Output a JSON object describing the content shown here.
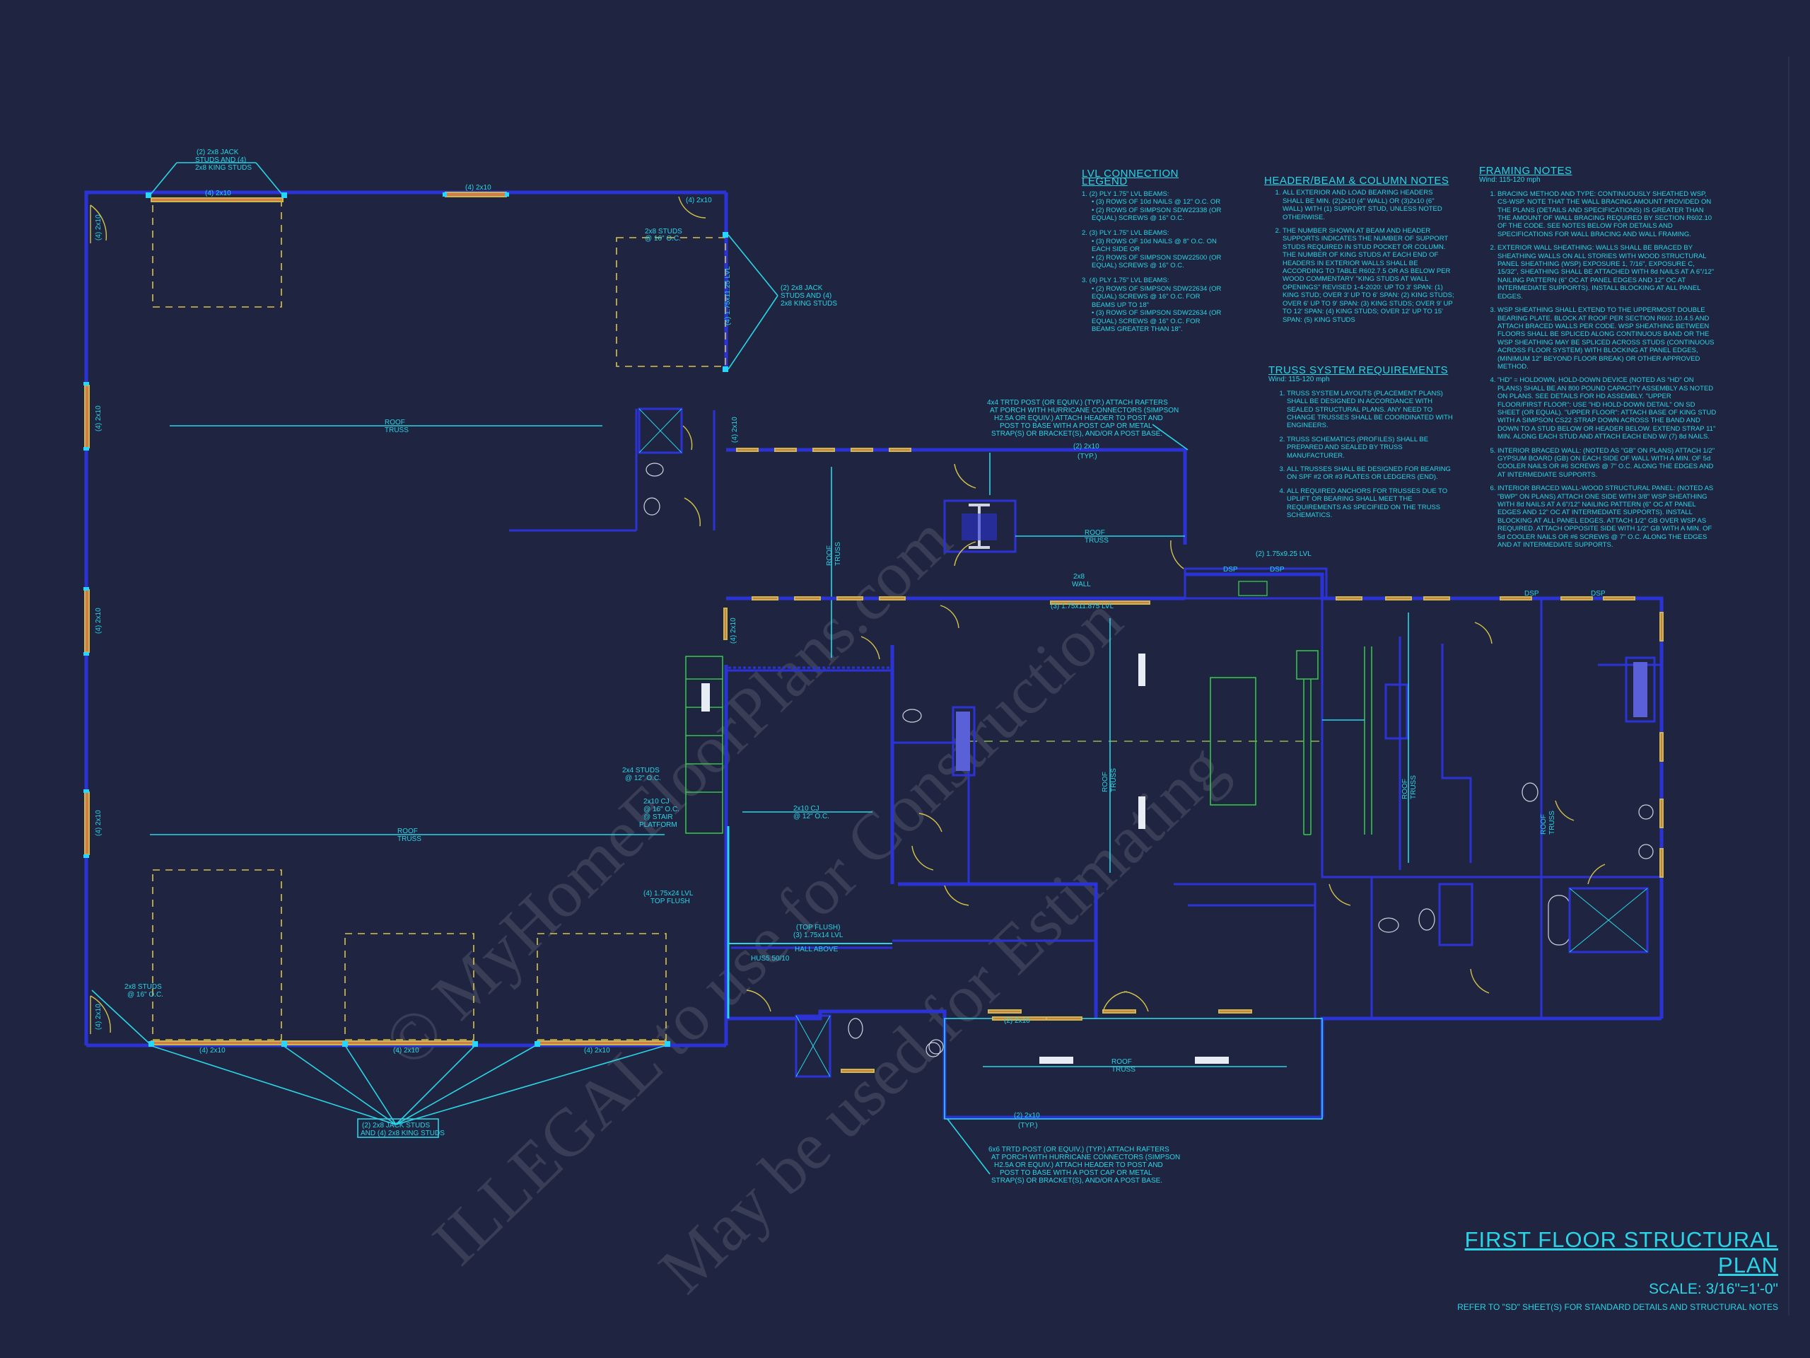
{
  "sheet": {
    "title": "FIRST FLOOR STRUCTURAL PLAN",
    "scale": "SCALE: 3/16\"=1'-0\"",
    "reference": "REFER TO \"SD\" SHEET(S) FOR STANDARD DETAILS AND STRUCTURAL NOTES",
    "watermark_1": "© MyHomeFloorPlans.com",
    "watermark_2": "ILLEGAL to use for Construction",
    "watermark_3": "May be used for Estimating"
  },
  "colors": {
    "background": "#1f2540",
    "wall": "#2b33d6",
    "annotation": "#2ad4e6",
    "dashed": "#d6c44a",
    "window": "#d37b4a",
    "fixture": "#35c24a"
  },
  "lvl_legend": {
    "title": "LVL CONNECTION LEGEND",
    "groups": [
      {
        "num": "1.",
        "lines": [
          "(2) PLY 1.75\" LVL BEAMS:",
          "(3) ROWS OF 10d NAILS @ 12\" O.C. OR",
          "(2) ROWS OF SIMPSON SDW22338 (OR EQUAL) SCREWS @ 16\" O.C."
        ]
      },
      {
        "num": "2.",
        "lines": [
          "(3) PLY 1.75\" LVL BEAMS:",
          "(3) ROWS OF 10d NAILS @ 8\" O.C. ON EACH SIDE OR",
          "(2) ROWS OF SIMPSON SDW22500 (OR EQUAL) SCREWS @ 16\" O.C."
        ]
      },
      {
        "num": "3.",
        "lines": [
          "(4) PLY 1.75\" LVL BEAMS:",
          "(2) ROWS OF SIMPSON SDW22634 (OR EQUAL) SCREWS @ 16\" O.C. FOR BEAMS UP TO 18\"",
          "(3) ROWS OF SIMPSON SDW22634 (OR EQUAL) SCREWS @ 16\" O.C. FOR BEAMS GREATER THAN 18\"."
        ]
      }
    ]
  },
  "header_notes": {
    "title": "HEADER/BEAM & COLUMN NOTES",
    "items": [
      "ALL EXTERIOR AND LOAD BEARING HEADERS SHALL BE MIN. (2)2x10 (4\" WALL) OR (3)2x10 (6\" WALL) WITH (1) SUPPORT STUD, UNLESS NOTED OTHERWISE.",
      "THE NUMBER SHOWN AT BEAM AND HEADER SUPPORTS INDICATES THE NUMBER OF SUPPORT STUDS REQUIRED IN STUD POCKET OR COLUMN. THE NUMBER OF KING STUDS AT EACH END OF HEADERS IN EXTERIOR WALLS SHALL BE ACCORDING TO TABLE R602.7.5 OR AS BELOW PER WOOD COMMENTARY \"KING STUDS AT WALL OPENINGS\" REVISED 1-4-2020: UP TO 3' SPAN: (1) KING STUD; OVER 3' UP TO 6' SPAN: (2) KING STUDS; OVER 6' UP TO 9' SPAN: (3) KING STUDS; OVER 9' UP TO 12' SPAN: (4) KING STUDS; OVER 12' UP TO 15' SPAN: (5) KING STUDS"
    ]
  },
  "truss_notes": {
    "title": "TRUSS SYSTEM REQUIREMENTS",
    "wind": "Wind: 115-120 mph",
    "items": [
      "TRUSS SYSTEM LAYOUTS (PLACEMENT PLANS) SHALL BE DESIGNED IN ACCORDANCE WITH SEALED STRUCTURAL PLANS. ANY NEED TO CHANGE TRUSSES SHALL BE COORDINATED WITH ENGINEERS.",
      "TRUSS SCHEMATICS (PROFILES) SHALL BE PREPARED AND SEALED BY TRUSS MANUFACTURER.",
      "ALL TRUSSES SHALL BE DESIGNED FOR BEARING ON SPF #2 OR #3 PLATES OR LEDGERS (END).",
      "ALL REQUIRED ANCHORS FOR TRUSSES DUE TO UPLIFT OR BEARING SHALL MEET THE REQUIREMENTS AS SPECIFIED ON THE TRUSS SCHEMATICS."
    ]
  },
  "framing_notes": {
    "title": "FRAMING NOTES",
    "wind": "Wind: 115-120 mph",
    "items": [
      "BRACING METHOD AND TYPE: CONTINUOUSLY SHEATHED WSP, CS-WSP. NOTE THAT THE WALL BRACING AMOUNT PROVIDED ON THE PLANS (DETAILS AND SPECIFICATIONS) IS GREATER THAN THE AMOUNT OF WALL BRACING REQUIRED BY SECTION R602.10 OF THE CODE. SEE NOTES BELOW FOR DETAILS AND SPECIFICATIONS FOR WALL BRACING AND WALL FRAMING.",
      "EXTERIOR WALL SHEATHING: WALLS SHALL BE BRACED BY SHEATHING WALLS ON ALL STORIES WITH WOOD STRUCTURAL PANEL SHEATHING (WSP) EXPOSURE 1, 7/16\", EXPOSURE C, 15/32\", SHEATHING SHALL BE ATTACHED WITH 8d NAILS AT A 6\"/12\" NAILING PATTERN (6\" OC AT PANEL EDGES AND 12\" OC AT INTERMEDIATE SUPPORTS). INSTALL BLOCKING AT ALL PANEL EDGES.",
      "WSP SHEATHING SHALL EXTEND TO THE UPPERMOST DOUBLE BEARING PLATE. BLOCK AT ROOF PER SECTION R602.10.4.5 AND ATTACH BRACED WALLS PER CODE. WSP SHEATHING BETWEEN FLOORS SHALL BE SPLICED ALONG CONTINUOUS BAND OR THE WSP SHEATHING MAY BE SPLICED ACROSS STUDS (CONTINUOUS ACROSS FLOOR SYSTEM) WITH BLOCKING AT PANEL EDGES, (MINIMUM 12\" BEYOND FLOOR BREAK) OR OTHER APPROVED METHOD.",
      "\"HD\" = HOLDOWN, HOLD-DOWN DEVICE (NOTED AS \"HD\" ON PLANS) SHALL BE AN 800 POUND CAPACITY ASSEMBLY AS NOTED ON PLANS. SEE DETAILS FOR HD ASSEMBLY. \"UPPER FLOOR/FIRST FLOOR\": USE \"HD HOLD-DOWN DETAIL\" ON SD SHEET (OR EQUAL). \"UPPER FLOOR\": ATTACH BASE OF KING STUD WITH A SIMPSON CS22 STRAP DOWN ACROSS THE BAND AND DOWN TO A STUD BELOW OR HEADER BELOW. EXTEND STRAP 11\" MIN. ALONG EACH STUD AND ATTACH EACH END W/ (7) 8d NAILS.",
      "INTERIOR BRACED WALL: (NOTED AS \"GB\" ON PLANS) ATTACH 1/2\" GYPSUM BOARD (GB) ON EACH SIDE OF WALL WITH A MIN. OF 5d COOLER NAILS OR #6 SCREWS @ 7\" O.C. ALONG THE EDGES AND AT INTERMEDIATE SUPPORTS.",
      "INTERIOR BRACED WALL-WOOD STRUCTURAL PANEL: (NOTED AS \"BWP\" ON PLANS) ATTACH ONE SIDE WITH 3/8\" WSP SHEATHING WITH 8d NAILS AT A 6\"/12\" NAILING PATTERN (6\" OC AT PANEL EDGES AND 12\" OC AT INTERMEDIATE SUPPORTS). INSTALL BLOCKING AT ALL PANEL EDGES. ATTACH 1/2\" GB OVER WSP AS REQUIRED. ATTACH OPPOSITE SIDE WITH 1/2\" GB WITH A MIN. OF 5d COOLER NAILS OR #6 SCREWS @ 7\" O.C. ALONG THE EDGES AND AT INTERMEDIATE SUPPORTS."
    ]
  },
  "plan_labels": {
    "jack_top": [
      "(2) 2x8 JACK",
      "STUDS AND (4)",
      "2x8 KING STUDS"
    ],
    "hdr_4_2x10": "(4) 2x10",
    "hdr_4_2x10b": "(4) 2x10",
    "hdr_4_2x10c": "(4) 2x10",
    "hdr_4_2x10d": "(4) 2x10",
    "hdr_4_2x10e": "(4) 2x10",
    "hdr_4_2x10f": "(4) 2x10",
    "hdr_4_2x10g": "(4) 2x10",
    "hdr_4_2x10h": "(4) 2x10",
    "hdr_4_2x10i": "(4) 2x10",
    "hdr_4_2x10j": "(4) 2x10",
    "hdr_4_2x10k": "(4) 2x10",
    "hdr_4_2x10l": "(4) 2x10",
    "hdr_4_2x10m": "(4) 2x10",
    "hdr_2_2x10": "(2) 2x10",
    "studs_2x8_top": [
      "2x8 STUDS",
      "@ 16\" O.C."
    ],
    "lvl_garage": "(4) 1.75x11.25 LVL",
    "jack_right": [
      "(2) 2x8 JACK",
      "STUDS AND (4)",
      "2x8 KING STUDS"
    ],
    "roof_truss_1": [
      "ROOF",
      "TRUSS"
    ],
    "roof_truss_2": [
      "ROOF",
      "TRUSS"
    ],
    "roof_truss_3": [
      "ROOF",
      "TRUSS"
    ],
    "roof_truss_4": [
      "ROOF",
      "TRUSS"
    ],
    "roof_truss_5": [
      "ROOF",
      "TRUSS"
    ],
    "roof_truss_6": [
      "ROOF",
      "TRUSS"
    ],
    "roof_truss_7": [
      "ROOF",
      "TRUSS"
    ],
    "roof_truss_8": [
      "ROOF",
      "TRUSS"
    ],
    "porch_post_top": [
      "4x4 TRTD POST (OR EQUIV.) (TYP.) ATTACH RAFTERS",
      "AT PORCH WITH HURRICANE CONNECTORS (SIMPSON",
      "H2.5A OR EQUIV.) ATTACH HEADER TO POST AND",
      "POST TO BASE WITH A POST CAP OR METAL",
      "STRAP(S) OR BRACKET(S), AND/OR A POST BASE."
    ],
    "porch_post_bottom": [
      "6x6 TRTD POST (OR EQUIV.) (TYP.) ATTACH RAFTERS",
      "AT PORCH WITH HURRICANE CONNECTORS (SIMPSON",
      "H2.5A OR EQUIV.) ATTACH HEADER TO POST AND",
      "POST TO BASE WITH A POST CAP OR METAL",
      "STRAP(S) OR BRACKET(S), AND/OR A POST BASE."
    ],
    "porch_hdr_top": [
      "(2) 2x10",
      "(TYP.)"
    ],
    "porch_hdr_bottom": [
      "(2) 2x10",
      "(TYP.)"
    ],
    "hall_2x8": [
      "2x8",
      "WALL"
    ],
    "lvl_3_ply": "(3) 1.75x11.875 LVL",
    "lvl_2_ply": "(2) 1.75x9.25 LVL",
    "dsp_1": "DSP",
    "dsp_2": "DSP",
    "dsp_3": "DSP",
    "dsp_4": "DSP",
    "studs_2x4": [
      "2x4 STUDS",
      "@ 12\" O.C."
    ],
    "stair_cj": [
      "2x10 CJ",
      "@ 16\" O.C.",
      "@ STAIR",
      "PLATFORM"
    ],
    "cj_2x10": [
      "2x10 CJ",
      "@ 12\" O.C."
    ],
    "lvl_24": [
      "(4) 1.75x24 LVL",
      "TOP FLUSH"
    ],
    "top_flush": [
      "(TOP FLUSH)",
      "(3) 1.75x14 LVL",
      "HALL ABOVE"
    ],
    "hus": "HUS5.50/10",
    "studs_2x8_bot": [
      "2x8 STUDS",
      "@ 16\" O.C."
    ],
    "jack_bottom": [
      "(2) 2x8 JACK STUDS",
      "AND (4) 2x8 KING STUDS"
    ]
  }
}
